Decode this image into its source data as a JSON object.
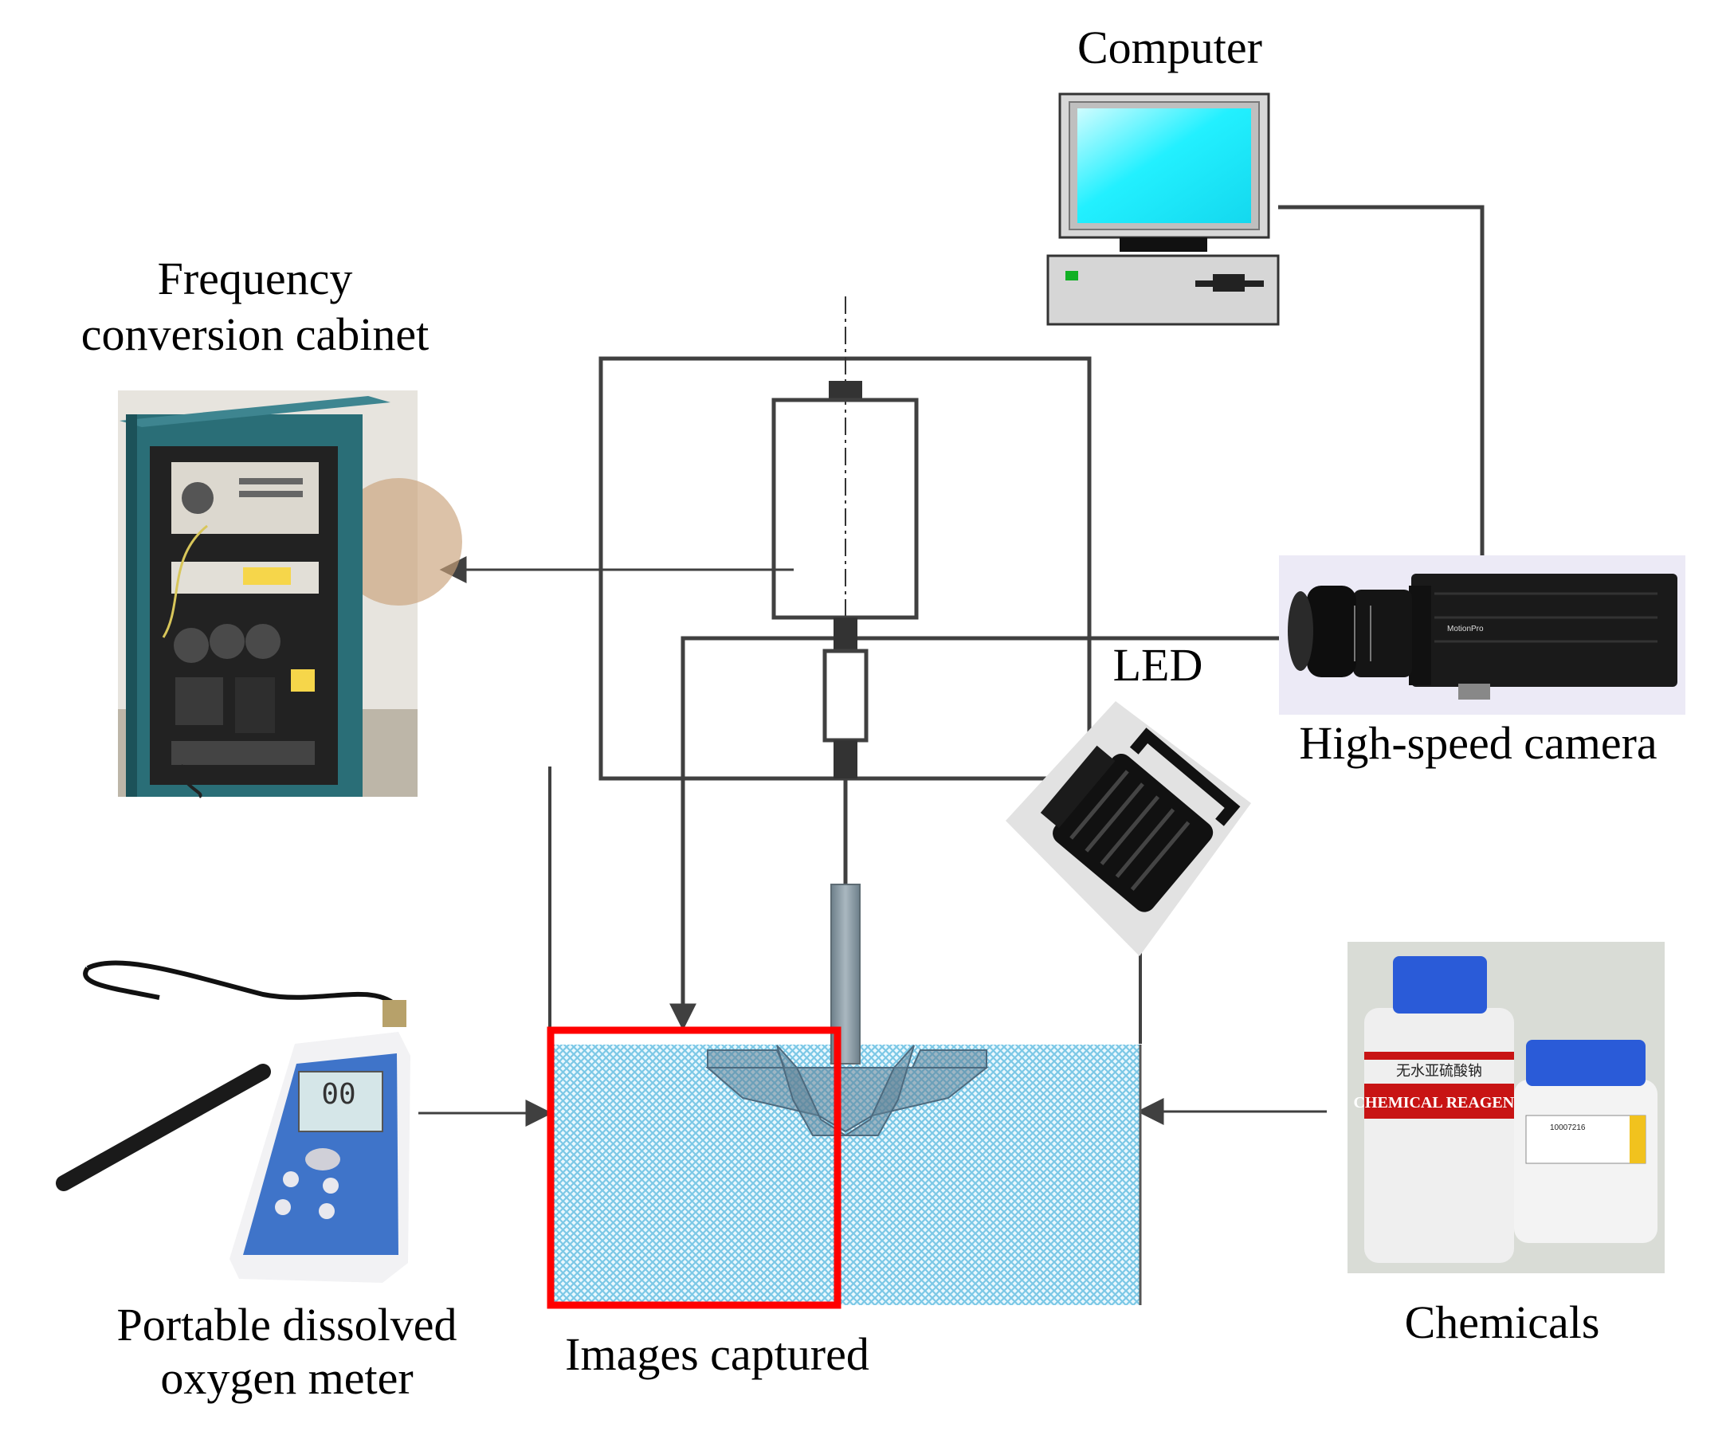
{
  "labels": {
    "computer": "Computer",
    "cabinet_line1": "Frequency",
    "cabinet_line2": "conversion cabinet",
    "led": "LED",
    "camera": "High-speed camera",
    "meter_line1": "Portable dissolved",
    "meter_line2": "oxygen meter",
    "images_captured": "Images captured",
    "chemicals": "Chemicals"
  },
  "photo_text": {
    "camera_brand": "MotionPro",
    "meter_display": "00",
    "chem_bottle_large_cn": "无水亚硫酸钠",
    "chem_bottle_large_en": "CHEMICAL REAGENT",
    "chem_bottle_small_code": "10007216"
  },
  "colors": {
    "line": "#404040",
    "screen": "#22f0ff",
    "highlight_frame": "#ff0000",
    "water": "#9ad6ec",
    "shaft": "#8a9aa4",
    "impeller": "#5f7f94",
    "cabinet": "#2a6e77",
    "meter_panel": "#3f74c9",
    "bottle_cap": "#2a5bd8"
  }
}
